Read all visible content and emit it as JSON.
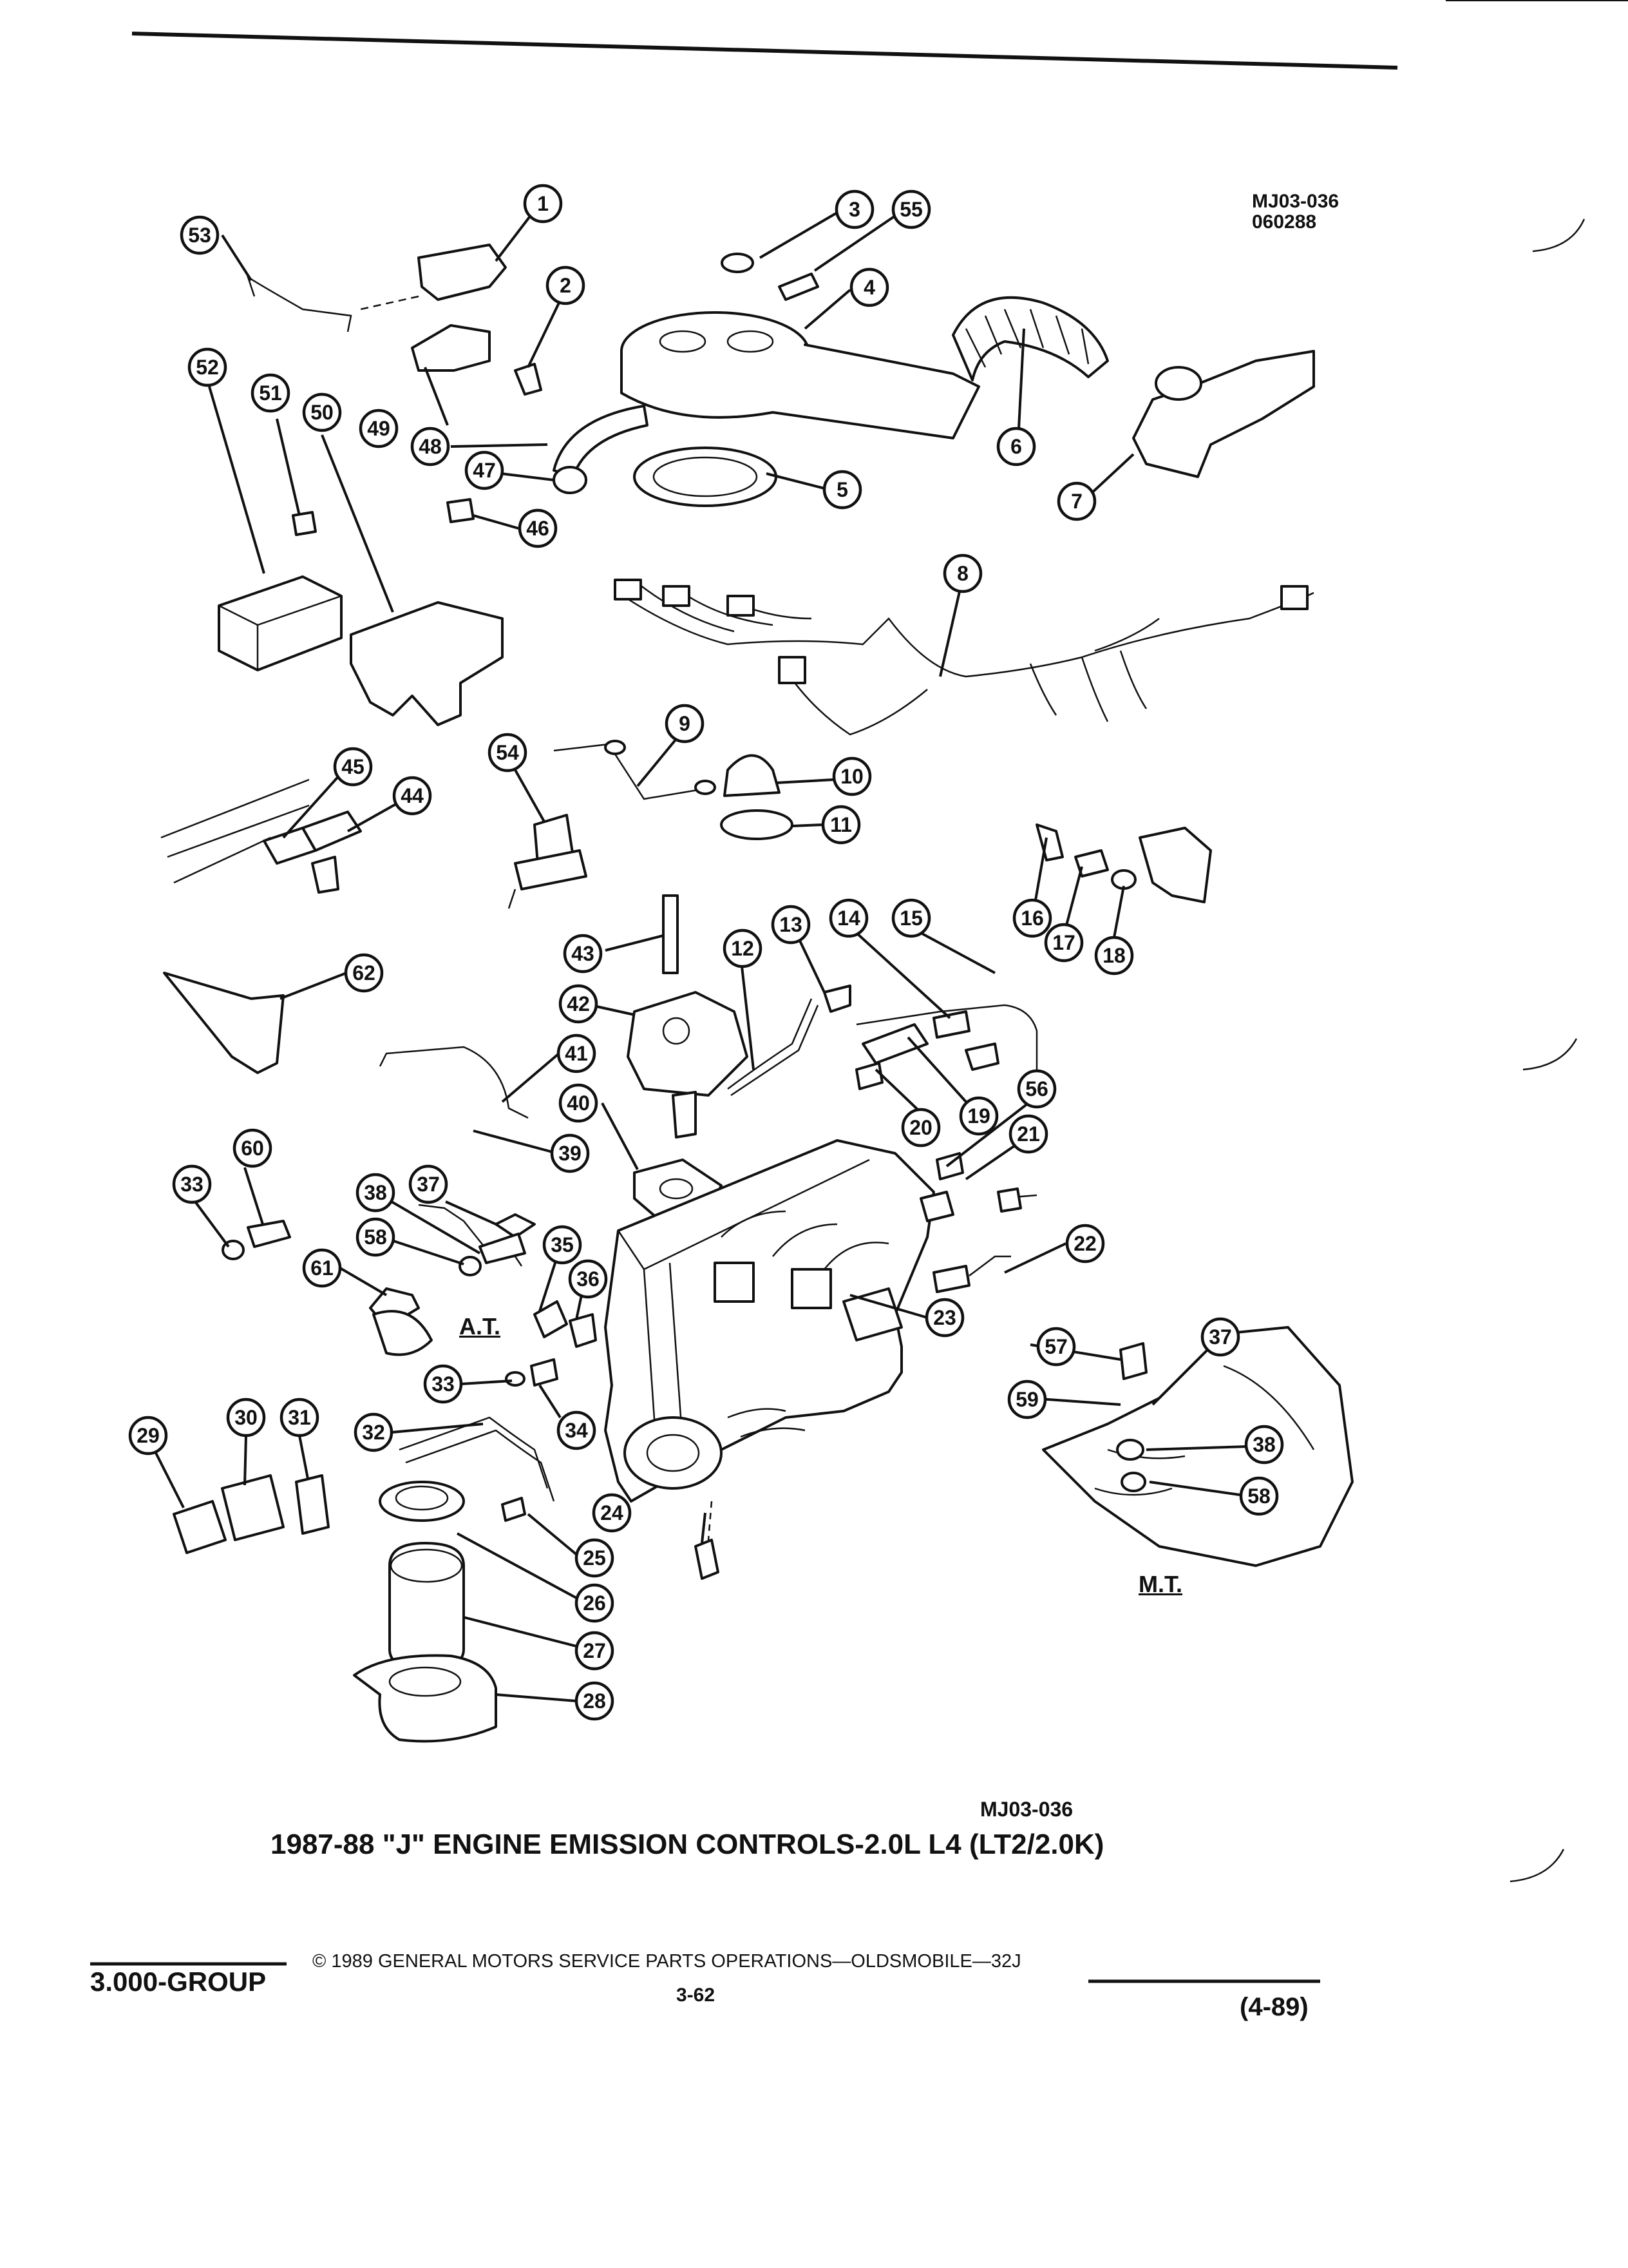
{
  "figure_code": "MJ03-036",
  "figure_date": "060288",
  "figure_code_bottom": "MJ03-036",
  "caption": "1987-88 \"J\" ENGINE EMISSION CONTROLS-2.0L L4 (LT2/2.0K)",
  "labels": {
    "automatic": "A.T.",
    "manual": "M.T."
  },
  "footer": {
    "group": "3.000-GROUP",
    "copyright": "© 1989 GENERAL MOTORS SERVICE PARTS OPERATIONS—OLDSMOBILE—32J",
    "page": "3-62",
    "date": "(4-89)"
  },
  "callouts": [
    "1",
    "2",
    "3",
    "4",
    "5",
    "6",
    "7",
    "8",
    "9",
    "10",
    "11",
    "12",
    "13",
    "14",
    "15",
    "16",
    "17",
    "18",
    "19",
    "20",
    "21",
    "22",
    "23",
    "24",
    "25",
    "26",
    "27",
    "28",
    "29",
    "30",
    "31",
    "32",
    "33",
    "33",
    "34",
    "35",
    "36",
    "37",
    "37",
    "38",
    "38",
    "39",
    "40",
    "41",
    "42",
    "43",
    "44",
    "45",
    "46",
    "47",
    "48",
    "49",
    "50",
    "51",
    "52",
    "53",
    "54",
    "55",
    "56",
    "57",
    "58",
    "58",
    "59",
    "60",
    "61",
    "62"
  ]
}
